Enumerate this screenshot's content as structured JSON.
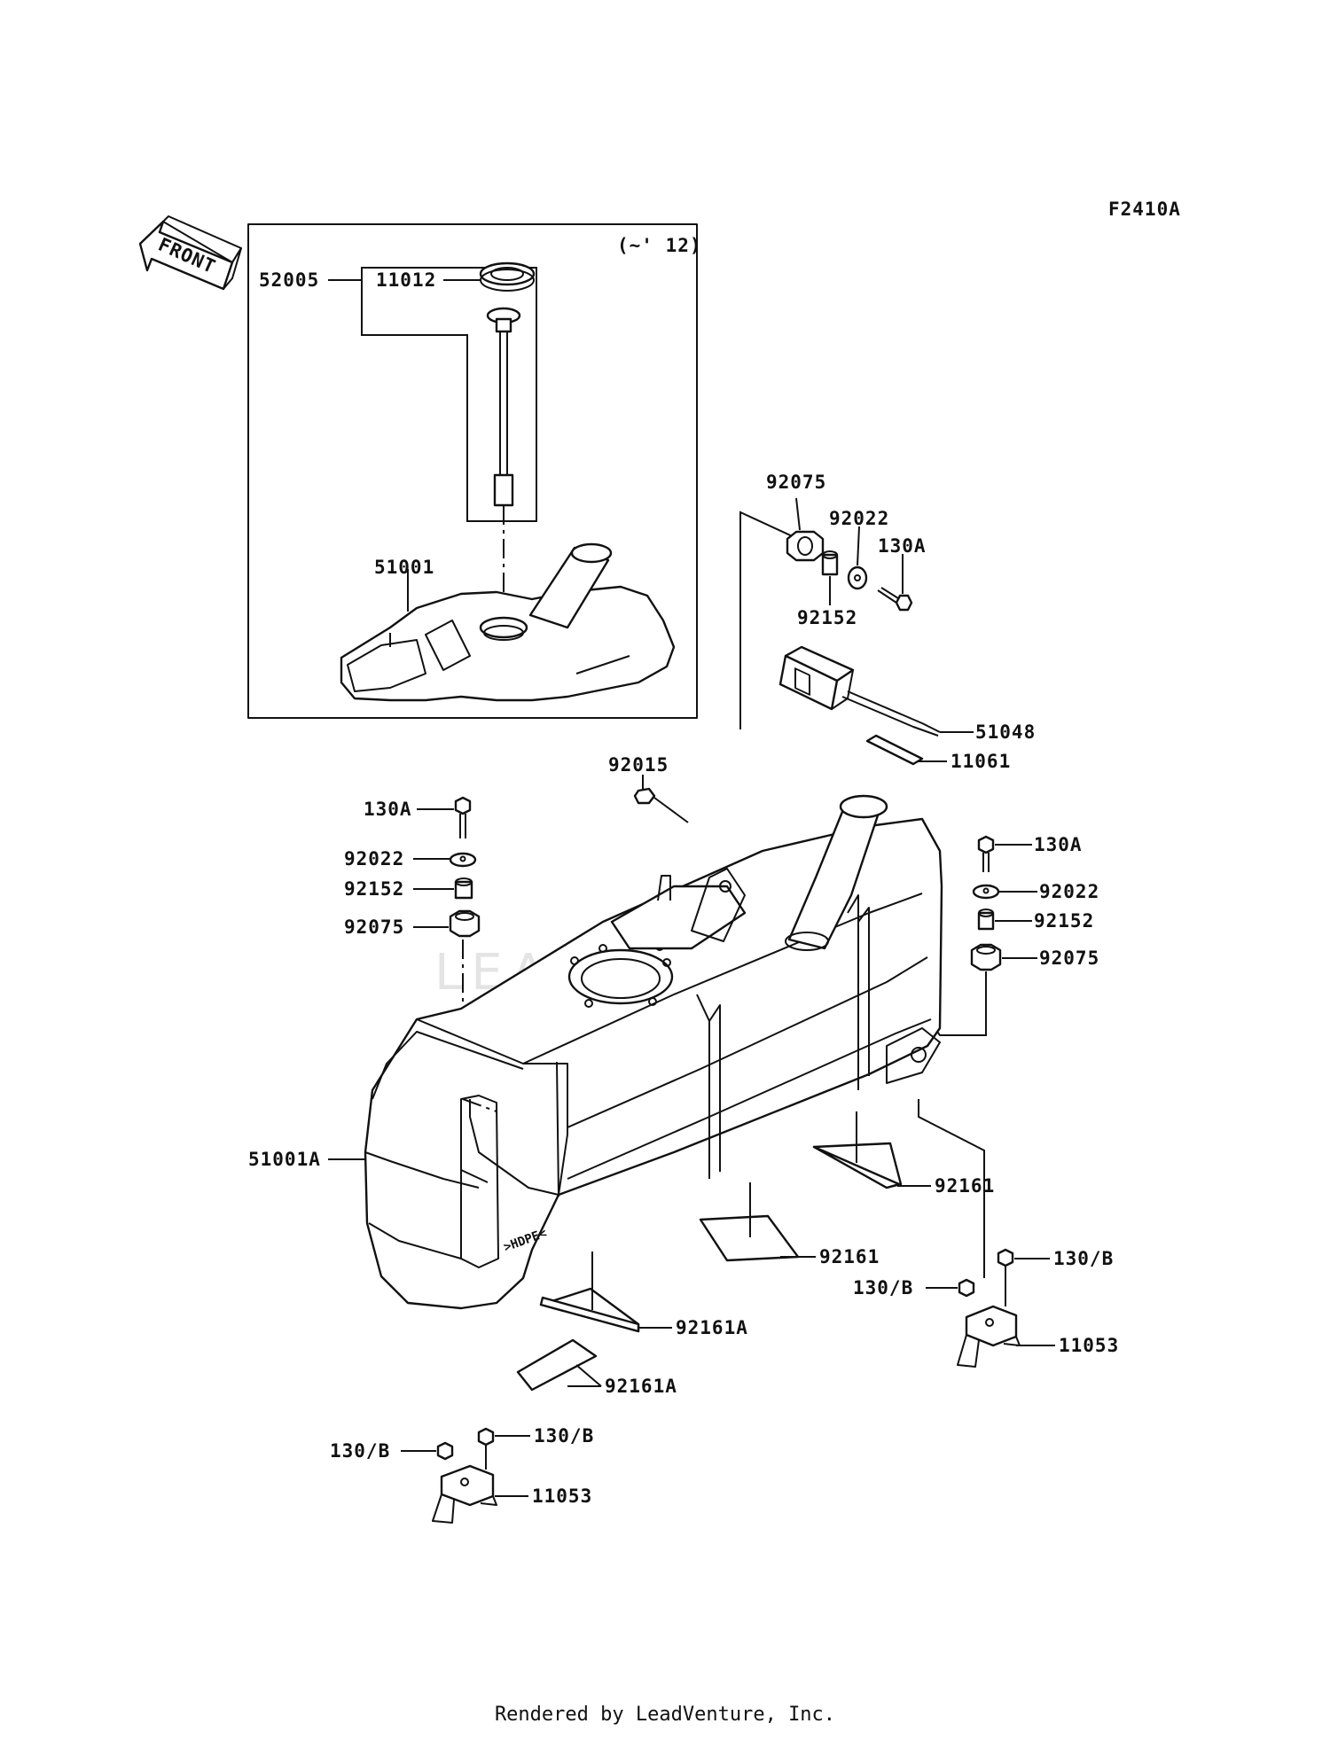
{
  "diagram_code": "F2410A",
  "front_indicator": "FRONT",
  "inset_note": "(~' 12)",
  "watermark": "LEADVENTURE",
  "footer": "Rendered by LeadVenture, Inc.",
  "labels": {
    "p52005": "52005",
    "p11012": "11012",
    "p51001": "51001",
    "p92075_top": "92075",
    "p92022_top": "92022",
    "p130A_top": "130A",
    "p92152_top": "92152",
    "p51048": "51048",
    "p11061": "11061",
    "p92015": "92015",
    "p130A_left": "130A",
    "p92022_left": "92022",
    "p92152_left": "92152",
    "p92075_left": "92075",
    "p130A_right": "130A",
    "p92022_right": "92022",
    "p92152_right": "92152",
    "p92075_right": "92075",
    "p51001A": "51001A",
    "p92161_a": "92161",
    "p92161_b": "92161",
    "p92161A_a": "92161A",
    "p92161A_b": "92161A",
    "p130B_r1": "130/B",
    "p130B_r2": "130/B",
    "p11053_r": "11053",
    "p130B_l1": "130/B",
    "p130B_l2": "130/B",
    "p11053_l": "11053",
    "tank_mark": ">HDPE<"
  }
}
